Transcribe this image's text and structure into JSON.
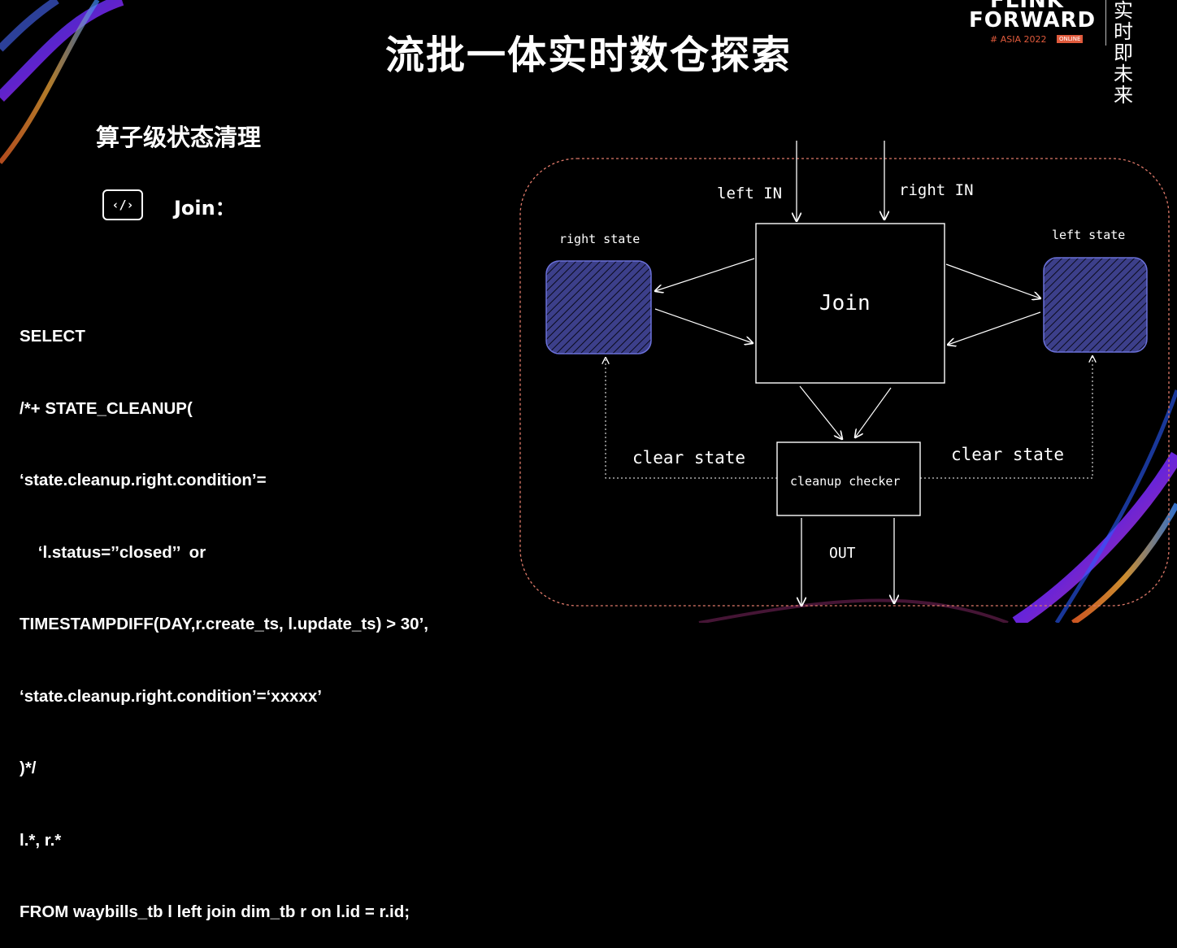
{
  "slide": {
    "title": "流批一体实时数仓探索",
    "subtitle": "算子级状态清理",
    "section_label": "Join："
  },
  "logo": {
    "line1": "FLINK",
    "line2": "FORWARD",
    "line3": "# ASIA 2022",
    "badge": "ONLINE",
    "cn": "实时即未来",
    "accent": "#e05a3c"
  },
  "code_icon": {
    "glyph": "‹/›",
    "name": "code-icon"
  },
  "code": {
    "lines": [
      "SELECT",
      "/*+ STATE_CLEANUP(",
      "‘state.cleanup.right.condition’=",
      "    ‘l.status=’’closed’’  or",
      "TIMESTAMPDIFF(DAY,r.create_ts, l.update_ts) > 30’,",
      "‘state.cleanup.right.condition’=‘xxxxx’",
      ")*/",
      "l.*, r.*",
      "FROM waybills_tb l left join dim_tb r on l.id = r.id;"
    ]
  },
  "diagram": {
    "left_in": "left IN",
    "right_in": "right IN",
    "right_state": "right state",
    "left_state": "left state",
    "join": "Join",
    "cleanup_checker": "cleanup checker",
    "clear_state_left": "clear state",
    "clear_state_right": "clear state",
    "out": "OUT",
    "state_color": "#3c3f8a",
    "boundary_color": "#e07a6a"
  }
}
